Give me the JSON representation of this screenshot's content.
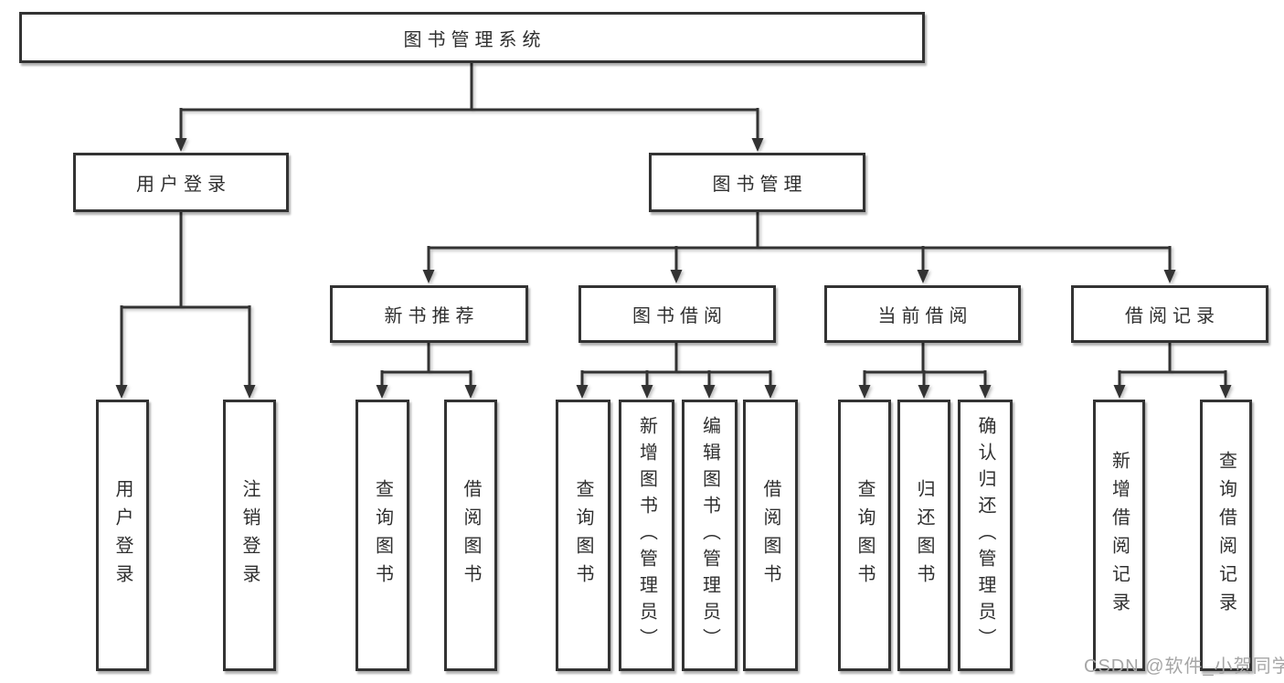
{
  "diagram": {
    "root": {
      "label": "图书管理系统"
    },
    "branches": [
      {
        "label": "用户登录",
        "children": [
          {
            "label": "用户登录"
          },
          {
            "label": "注销登录"
          }
        ]
      },
      {
        "label": "图书管理",
        "children": [
          {
            "label": "新书推荐",
            "children": [
              {
                "label": "查询图书"
              },
              {
                "label": "借阅图书"
              }
            ]
          },
          {
            "label": "图书借阅",
            "children": [
              {
                "label": "查询图书"
              },
              {
                "label": "新增图书（管理员）"
              },
              {
                "label": "编辑图书（管理员）"
              },
              {
                "label": "借阅图书"
              }
            ]
          },
          {
            "label": "当前借阅",
            "children": [
              {
                "label": "查询图书"
              },
              {
                "label": "归还图书"
              },
              {
                "label": "确认归还（管理员）"
              }
            ]
          },
          {
            "label": "借阅记录",
            "children": [
              {
                "label": "新增借阅记录"
              },
              {
                "label": "查询借阅记录"
              }
            ]
          }
        ]
      }
    ],
    "watermark": "CSDN @软件_小贺同学",
    "colors": {
      "line": "#333333",
      "box_border": "#333333",
      "box_fill": "#ffffff",
      "text": "#2f2f2f",
      "watermark": "#a6a6a6"
    }
  }
}
